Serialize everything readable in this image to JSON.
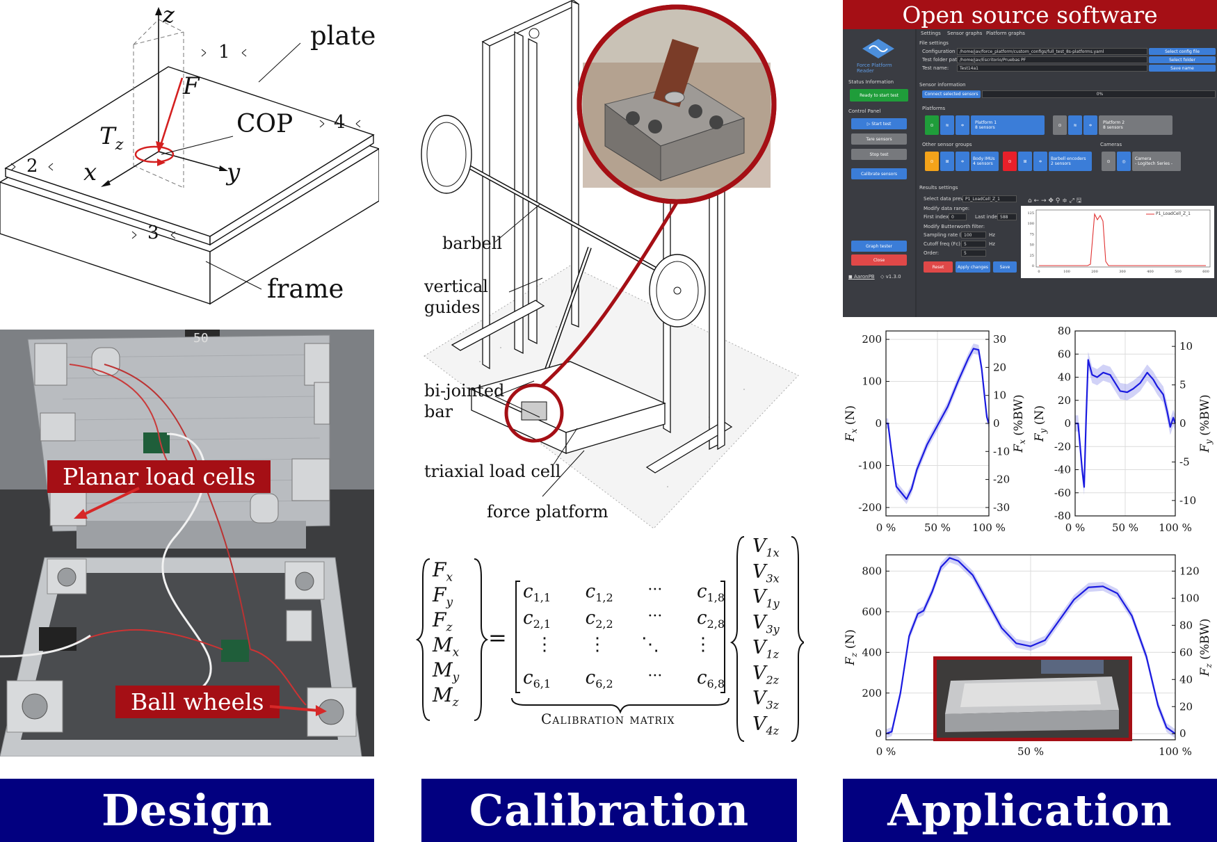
{
  "banners": {
    "design": "Design",
    "calibration": "Calibration",
    "application": "Application"
  },
  "design": {
    "labels": {
      "z": "z",
      "plate": "plate",
      "force": "F",
      "cop": "COP",
      "torque": "T",
      "torque_sub": "z",
      "x": "x",
      "y": "y",
      "frame": "frame",
      "cell1": "1",
      "cell2": "2",
      "cell3": "3",
      "cell4": "4"
    },
    "photo_tags": {
      "load_cells": "Planar load cells",
      "ball_wheels": "Ball wheels"
    },
    "scale_readout": "50"
  },
  "calibration": {
    "labels": {
      "barbell": "barbell",
      "guides_1": "vertical",
      "guides_2": "guides",
      "bar_1": "bi-jointed",
      "bar_2": "bar",
      "load_cell": "triaxial load cell",
      "platform": "force platform"
    },
    "forces": [
      "F",
      "F",
      "F",
      "M",
      "M",
      "M"
    ],
    "force_subs": [
      "x",
      "y",
      "z",
      "x",
      "y",
      "z"
    ],
    "matrix": {
      "row1": [
        "c",
        "c",
        "···",
        "c"
      ],
      "row1_subs": [
        "1,1",
        "1,2",
        "",
        "1,8"
      ],
      "row2": [
        "c",
        "c",
        "···",
        "c"
      ],
      "row2_subs": [
        "2,1",
        "2,2",
        "",
        "2,8"
      ],
      "row3": [
        "⋮",
        "⋮",
        "⋱",
        "⋮"
      ],
      "row4": [
        "c",
        "c",
        "···",
        "c"
      ],
      "row4_subs": [
        "6,1",
        "6,2",
        "",
        "6,8"
      ],
      "caption": "Calibration matrix"
    },
    "voltages": [
      "V",
      "V",
      "V",
      "V",
      "V",
      "V",
      "V",
      "V"
    ],
    "voltage_subs": [
      "1x",
      "3x",
      "1y",
      "3y",
      "1z",
      "2z",
      "3z",
      "4z"
    ],
    "equals": "="
  },
  "software": {
    "title": "Open source software",
    "tabs": [
      "Settings",
      "Sensor graphs",
      "Platform graphs"
    ],
    "app_name_1": "Force Platform",
    "app_name_2": "Reader",
    "status_header": "Status Information",
    "status": "Ready to start test",
    "control_header": "Control Panel",
    "buttons": {
      "start": "▷ Start test",
      "tare": "Tare sensors",
      "stop": "Stop test",
      "calibrate": "Calibrate sensors",
      "graph": "Graph tester",
      "close": "Close",
      "select_config": "Select config file",
      "select_folder": "Select folder",
      "save_name": "Save name",
      "connect": "Connect selected sensors",
      "reset": "Reset",
      "apply": "Apply changes",
      "save": "Save"
    },
    "footer_user": "AaronPB",
    "footer_version": "v1.3.0",
    "file_settings": "File settings",
    "config_label": "Configuration file:",
    "config_value": "/home/jav/force_platform/custom_configs/full_test_8s-platforms.yaml",
    "folder_label": "Test folder path:",
    "folder_value": "/home/jav/Escritorio/Pruebas PF",
    "name_label": "Test name:",
    "name_value": "Test14a1",
    "sensor_info": "Sensor information",
    "progress": "0%",
    "platforms_header": "Platforms",
    "platform1": "Platform 1",
    "platform1_sub": "8 sensors",
    "platform2": "Platform 2",
    "platform2_sub": "8 sensors",
    "other_groups": "Other sensor groups",
    "cameras": "Cameras",
    "imu": "Body IMUs",
    "imu_sub": "4 sensors",
    "encoders": "Barbell encoders",
    "encoders_sub": "2 sensors",
    "camera": "Camera",
    "camera_sub": "- Logitech Series -",
    "results_header": "Results settings",
    "preview_label": "Select data preview:",
    "preview_value": "P1_LoadCell_Z_1",
    "range_label": "Modify data range:",
    "first_label": "First index:",
    "first_value": "0",
    "last_label": "Last index:",
    "last_value": "588",
    "filter_label": "Modify Butterworth filter:",
    "fs_label": "Sampling rate (Fs):",
    "fs_value": "100",
    "fs_unit": "Hz",
    "fc_label": "Cutoff freq (Fc):",
    "fc_value": "5",
    "fc_unit": "Hz",
    "order_label": "Order:",
    "order_value": "5",
    "mini_legend": "P1_LoadCell_Z_1",
    "mini_yticks": [
      "125",
      "100",
      "75",
      "50",
      "25",
      "0"
    ],
    "mini_xticks": [
      "0",
      "100",
      "200",
      "300",
      "400",
      "500",
      "600"
    ],
    "colors": {
      "accent_red": "#a50f15",
      "ready_green": "#1f9d3a",
      "btn_blue": "#3b7dd8",
      "close_red": "#e04848"
    }
  },
  "chart_data": [
    {
      "type": "line",
      "ylabel": "F",
      "ylabel_sub": "x",
      "ylabel_unit": " (N)",
      "y2label": "F",
      "y2label_sub": "x",
      "y2label_unit": " (%BW)",
      "ylim": [
        -220,
        220
      ],
      "y2lim": [
        -33,
        33
      ],
      "yticks": [
        200,
        100,
        0,
        -100,
        -200
      ],
      "y2ticks": [
        30,
        20,
        10,
        0,
        -10,
        -20,
        -30
      ],
      "xticks": [
        "0 %",
        "50 %",
        "100 %"
      ],
      "grid": true,
      "x": [
        0,
        2,
        5,
        10,
        15,
        20,
        25,
        30,
        40,
        50,
        60,
        70,
        80,
        85,
        90,
        93,
        96,
        98,
        100
      ],
      "y": [
        0,
        0,
        -60,
        -150,
        -165,
        -180,
        -155,
        -110,
        -50,
        -5,
        40,
        100,
        155,
        178,
        175,
        130,
        60,
        15,
        0
      ],
      "band": 12
    },
    {
      "type": "line",
      "ylabel": "F",
      "ylabel_sub": "y",
      "ylabel_unit": " (N)",
      "y2label": "F",
      "y2label_sub": "y",
      "y2label_unit": " (%BW)",
      "ylim": [
        -80,
        80
      ],
      "y2lim": [
        -12,
        12
      ],
      "yticks": [
        80,
        60,
        40,
        20,
        0,
        -20,
        -40,
        -60,
        -80
      ],
      "y2ticks": [
        10,
        5,
        0,
        -5,
        -10
      ],
      "xticks": [
        "0 %",
        "50 %",
        "100 %"
      ],
      "grid": true,
      "x": [
        0,
        3,
        5,
        7,
        9,
        11,
        13,
        17,
        22,
        28,
        35,
        40,
        45,
        52,
        58,
        65,
        72,
        78,
        82,
        88,
        92,
        95,
        98,
        100
      ],
      "y": [
        0,
        0,
        -20,
        -40,
        -55,
        5,
        55,
        42,
        40,
        44,
        42,
        35,
        28,
        27,
        30,
        35,
        44,
        38,
        32,
        25,
        10,
        -3,
        5,
        0
      ],
      "band": 7
    },
    {
      "type": "line",
      "ylabel": "F",
      "ylabel_sub": "z",
      "ylabel_unit": " (N)",
      "y2label": "F",
      "y2label_sub": "z",
      "y2label_unit": " (%BW)",
      "ylim": [
        -30,
        880
      ],
      "y2lim": [
        -4.5,
        132
      ],
      "yticks": [
        800,
        600,
        400,
        200,
        0
      ],
      "y2ticks": [
        120,
        100,
        80,
        60,
        40,
        20,
        0
      ],
      "xticks": [
        "0 %",
        "50 %",
        "100 %"
      ],
      "grid": true,
      "x": [
        0,
        2,
        5,
        8,
        11,
        13,
        16,
        19,
        22,
        25,
        30,
        35,
        40,
        45,
        50,
        55,
        60,
        65,
        70,
        75,
        80,
        85,
        90,
        94,
        97,
        100
      ],
      "y": [
        0,
        10,
        200,
        480,
        590,
        605,
        700,
        820,
        865,
        850,
        780,
        650,
        520,
        445,
        430,
        460,
        560,
        660,
        720,
        725,
        690,
        580,
        380,
        140,
        30,
        0
      ],
      "band": 22
    }
  ]
}
